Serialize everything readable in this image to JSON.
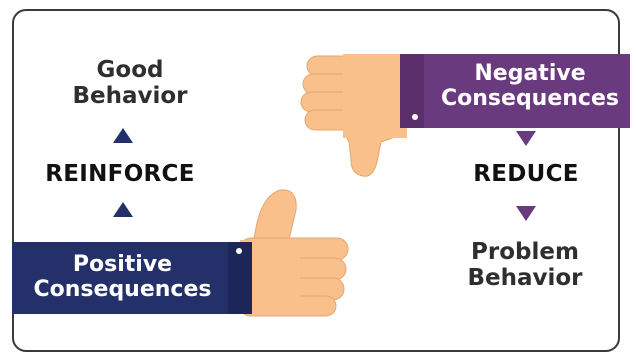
{
  "left_column": {
    "top_label": "Good\nBehavior",
    "action": "REINFORCE",
    "bottom_label": "Positive\nConsequences"
  },
  "right_column": {
    "top_label": "Negative\nConsequences",
    "action": "REDUCE",
    "bottom_label": "Problem\nBehavior"
  },
  "colors": {
    "positive": "#24306a",
    "negative": "#6a3a7e",
    "skin": "#f9c08c"
  },
  "icons": [
    "thumbs-up-icon",
    "thumbs-down-icon"
  ]
}
